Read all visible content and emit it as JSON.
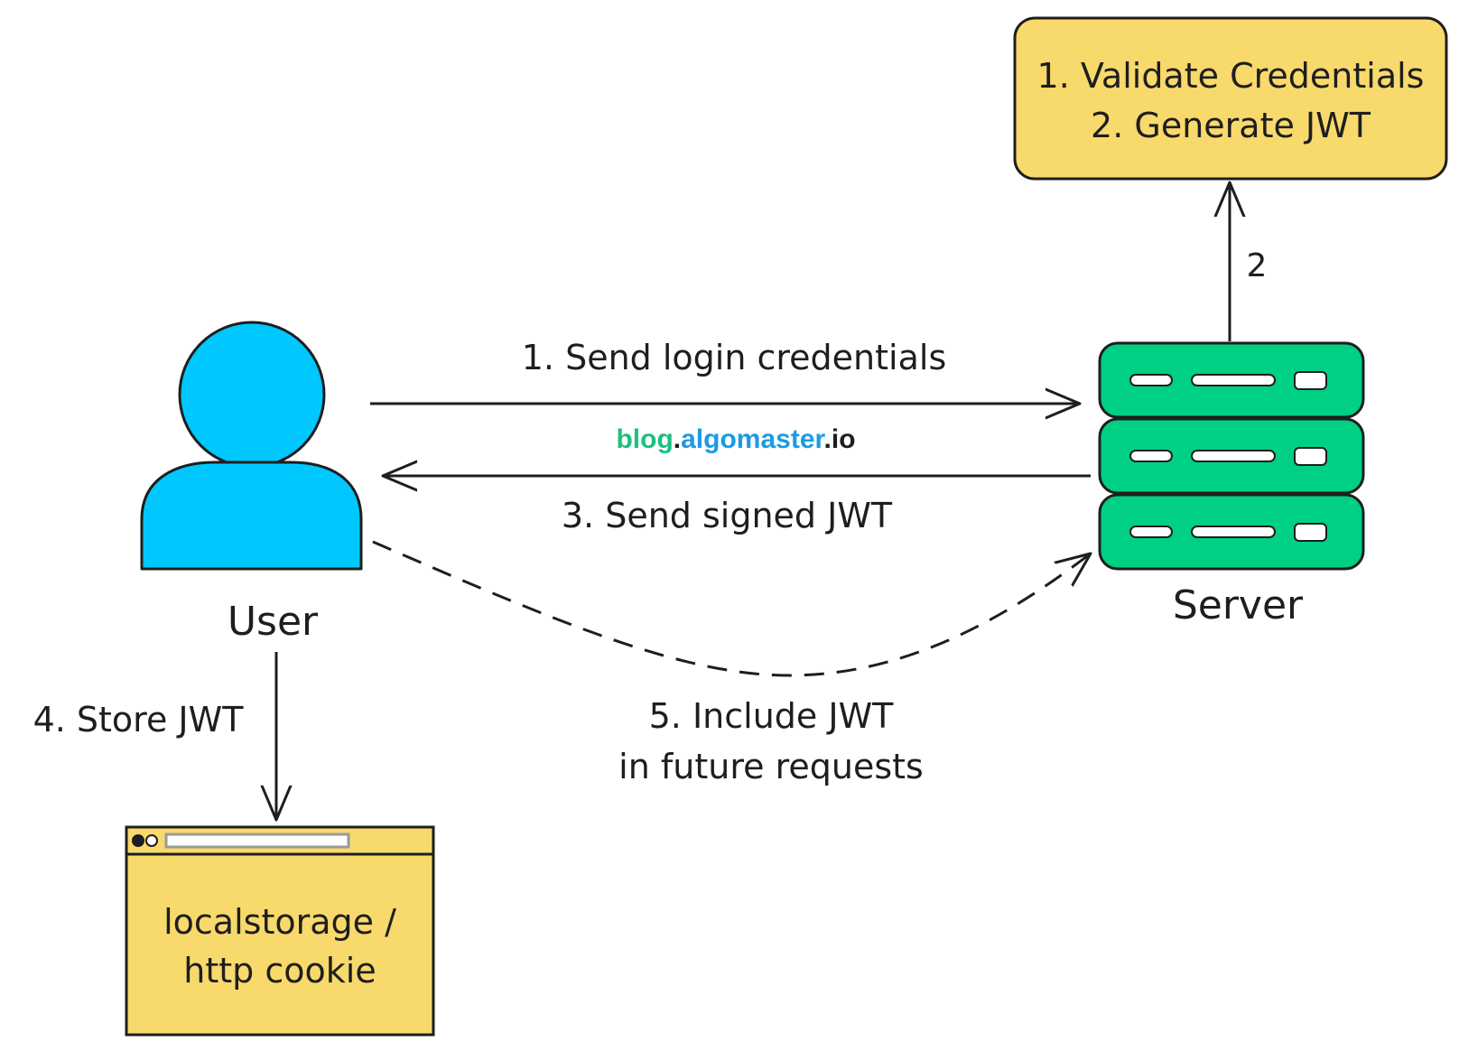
{
  "nodes": {
    "user": {
      "label": "User"
    },
    "server": {
      "label": "Server"
    },
    "server_task": {
      "line1": "1. Validate Credentials",
      "line2": "2. Generate JWT"
    },
    "storage": {
      "line1": "localstorage /",
      "line2": "http cookie"
    }
  },
  "edges": {
    "send_credentials": {
      "label": "1. Send login credentials"
    },
    "server_process": {
      "label": "2"
    },
    "send_jwt": {
      "label": "3. Send signed JWT"
    },
    "store_jwt": {
      "label": "4. Store JWT"
    },
    "include_jwt": {
      "line1": "5. Include JWT",
      "line2": "in future requests"
    }
  },
  "watermark": {
    "part1": "blog",
    "dot1": ".",
    "part2": "algomaster",
    "dot2": ".",
    "part3": "io"
  },
  "colors": {
    "user": "#00c8ff",
    "server": "#00d084",
    "yellow_box": "#f8d96b",
    "stroke": "#1e1e1e",
    "watermark_green": "#1fbf80",
    "watermark_blue": "#1a9be6"
  }
}
